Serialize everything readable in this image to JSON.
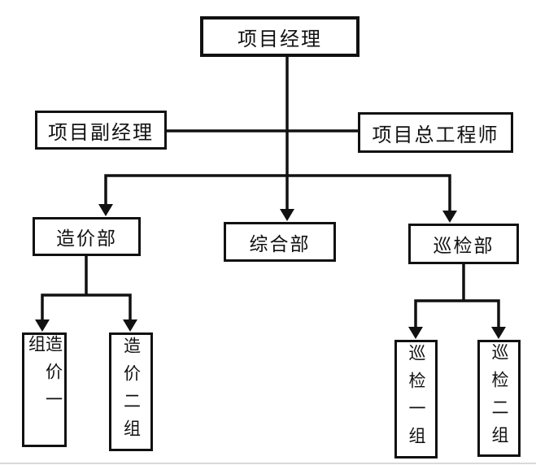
{
  "diagram": {
    "type": "org-chart",
    "background_color": "#ffffff",
    "line_color": "#111111",
    "box_border_color": "#111111",
    "text_color": "#111111",
    "nodes": [
      {
        "id": "project-manager",
        "label": "项目经理",
        "level": 1,
        "orientation": "horizontal"
      },
      {
        "id": "deputy-project-manager",
        "label": "项目副经理",
        "level": 2,
        "orientation": "horizontal"
      },
      {
        "id": "chief-engineer",
        "label": "项目总工程师",
        "level": 2,
        "orientation": "horizontal"
      },
      {
        "id": "cost-department",
        "label": "造价部",
        "level": 3,
        "orientation": "horizontal"
      },
      {
        "id": "general-department",
        "label": "综合部",
        "level": 3,
        "orientation": "horizontal"
      },
      {
        "id": "inspection-department",
        "label": "巡检部",
        "level": 3,
        "orientation": "horizontal"
      },
      {
        "id": "cost-group-1",
        "label": "造价一组",
        "level": 4,
        "orientation": "vertical"
      },
      {
        "id": "cost-group-2",
        "label": "造价二组",
        "level": 4,
        "orientation": "vertical"
      },
      {
        "id": "inspection-group-1",
        "label": "巡检一组",
        "level": 4,
        "orientation": "vertical"
      },
      {
        "id": "inspection-group-2",
        "label": "巡检二组",
        "level": 4,
        "orientation": "vertical"
      }
    ],
    "edges": [
      {
        "from": "project-manager",
        "to": "deputy-project-manager",
        "arrow": false
      },
      {
        "from": "project-manager",
        "to": "chief-engineer",
        "arrow": false
      },
      {
        "from": "project-manager",
        "to": "cost-department",
        "arrow": true
      },
      {
        "from": "project-manager",
        "to": "general-department",
        "arrow": true
      },
      {
        "from": "project-manager",
        "to": "inspection-department",
        "arrow": true
      },
      {
        "from": "cost-department",
        "to": "cost-group-1",
        "arrow": true
      },
      {
        "from": "cost-department",
        "to": "cost-group-2",
        "arrow": true
      },
      {
        "from": "inspection-department",
        "to": "inspection-group-1",
        "arrow": true
      },
      {
        "from": "inspection-department",
        "to": "inspection-group-2",
        "arrow": true
      }
    ]
  }
}
